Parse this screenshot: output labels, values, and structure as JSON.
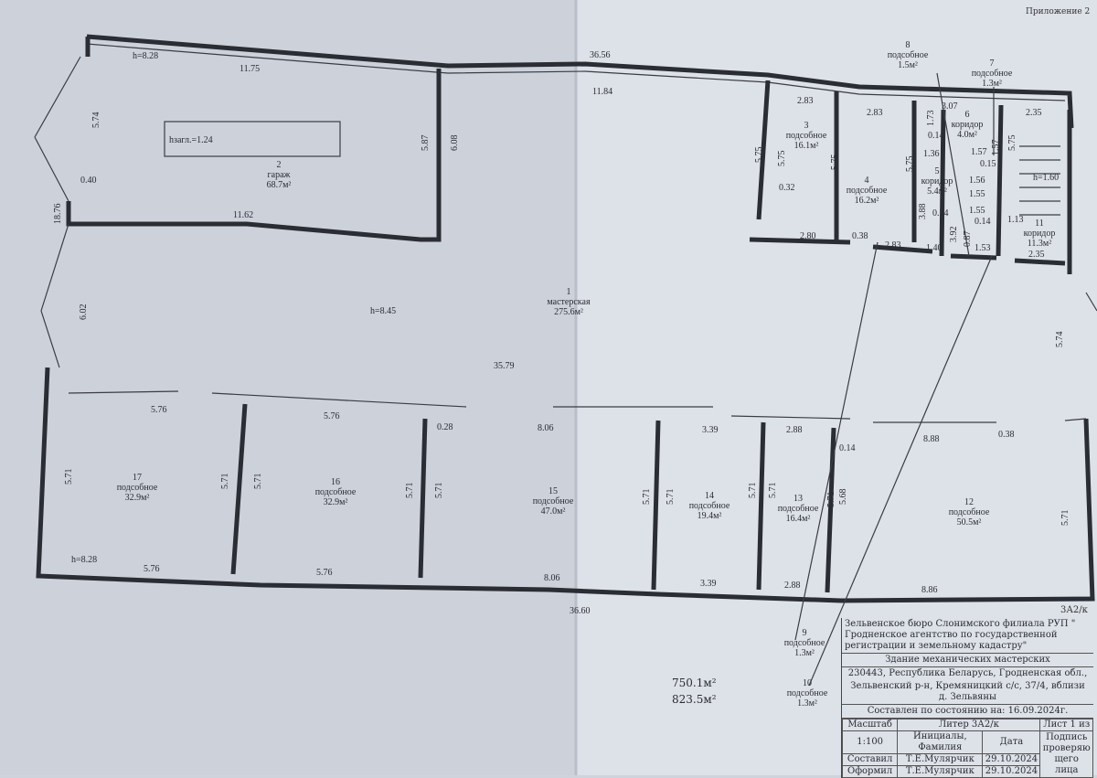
{
  "header_note": "Приложение 2",
  "sheet_code": "3А2/к",
  "totals": {
    "area_1": "750.1м²",
    "area_2": "823.5м²"
  },
  "rooms": [
    {
      "num": "1",
      "name": "мастерская",
      "area": "275.6м²"
    },
    {
      "num": "2",
      "name": "гараж",
      "area": "68.7м²"
    },
    {
      "num": "3",
      "name": "подсобное",
      "area": "16.1м²"
    },
    {
      "num": "4",
      "name": "подсобное",
      "area": "16.2м²"
    },
    {
      "num": "5",
      "name": "коридор",
      "area": "5.4м²"
    },
    {
      "num": "6",
      "name": "коридор",
      "area": "4.0м²"
    },
    {
      "num": "7",
      "name": "подсобное",
      "area": "1.3м²"
    },
    {
      "num": "8",
      "name": "подсобное",
      "area": "1.5м²"
    },
    {
      "num": "9",
      "name": "подсобное",
      "area": "1.3м²"
    },
    {
      "num": "10",
      "name": "подсобное",
      "area": "1.3м²"
    },
    {
      "num": "11",
      "name": "коридор",
      "area": "11.3м²"
    },
    {
      "num": "12",
      "name": "подсобное",
      "area": "50.5м²"
    },
    {
      "num": "13",
      "name": "подсобное",
      "area": "16.4м²"
    },
    {
      "num": "14",
      "name": "подсобное",
      "area": "19.4м²"
    },
    {
      "num": "15",
      "name": "подсобное",
      "area": "47.0м²"
    },
    {
      "num": "16",
      "name": "подсобное",
      "area": "32.9м²"
    },
    {
      "num": "17",
      "name": "подсобное",
      "area": "32.9м²"
    }
  ],
  "dimensions": [
    "h=8.28",
    "11.75",
    "36.56",
    "11.84",
    "5.74",
    "hзагл.=1.24",
    "5.87",
    "6.08",
    "0.40",
    "18.76",
    "11.62",
    "6.02",
    "h=8.45",
    "35.79",
    "2.83",
    "5.75",
    "5.75",
    "5.75",
    "0.32",
    "2.80",
    "0.38",
    "2.83",
    "5.75",
    "1.73",
    "3.07",
    "0.14",
    "1.36",
    "1.57",
    "0.15",
    "1.56",
    "1.55",
    "1.55",
    "0.14",
    "3.88",
    "0.14",
    "3.92",
    "0.87",
    "1.40",
    "1.53",
    "2.83",
    "1.57",
    "5.75",
    "2.35",
    "h=1.60",
    "1.13",
    "2.35",
    "5.74",
    "5.76",
    "5.76",
    "0.28",
    "8.06",
    "3.39",
    "2.88",
    "8.88",
    "0.38",
    "0.14",
    "5.71",
    "5.71",
    "5.71",
    "5.71",
    "5.71",
    "5.71",
    "5.71",
    "5.71",
    "5.71",
    "5.71",
    "5.68",
    "5.71",
    "h=8.28",
    "5.76",
    "5.76",
    "8.06",
    "3.39",
    "2.88",
    "8.86",
    "36.60"
  ],
  "title_block": {
    "org": "Зельвенское бюро Слонимского филиала РУП \" Гродненское агентство по государственной регистрации и земельному кадастру\"",
    "building": "Здание механических мастерских",
    "address_1": "230443, Республика Беларусь, Гродненская обл.,",
    "address_2": "Зельвенский р-н, Кремяницкий с/с, 37/4, вблизи д. Зельвяны",
    "state_date": "Составлен по состоянию на: 16.09.2024г.",
    "scale_label": "Масштаб",
    "scale": "1:100",
    "liter": "Литер 3А2/к",
    "sheet": "Лист 1 из",
    "col_name": "Инициалы, Фамилия",
    "col_date": "Дата",
    "col_sign": "Подпись проверяющего лица",
    "rows": [
      {
        "role": "Составил",
        "name": "Т.Е.Мулярчик",
        "date": "29.10.2024"
      },
      {
        "role": "Оформил",
        "name": "Т.Е.Мулярчик",
        "date": "29.10.2024"
      }
    ]
  }
}
